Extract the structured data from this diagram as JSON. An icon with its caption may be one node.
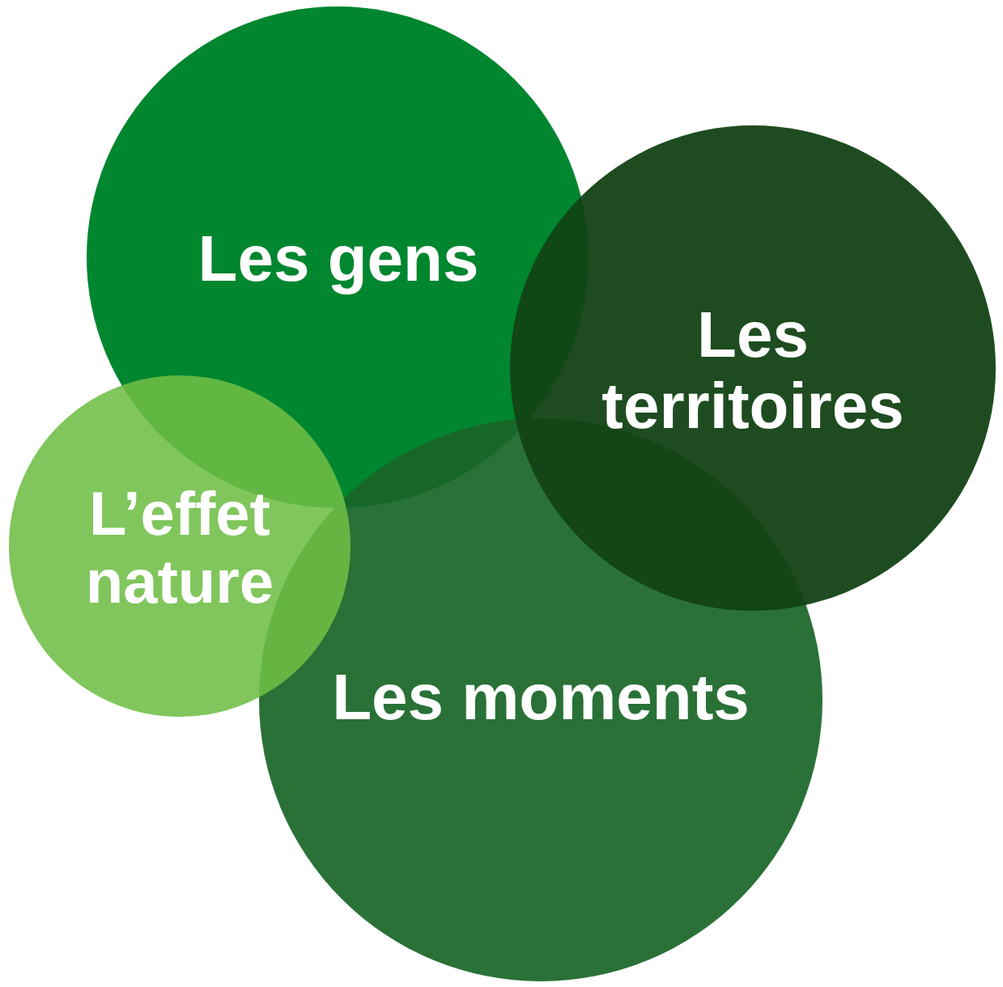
{
  "diagram": {
    "nodes": [
      {
        "text": [
          "Les gens"
        ]
      },
      {
        "text": [
          "Les territoires"
        ]
      },
      {
        "text": [
          "L’effet nature"
        ]
      },
      {
        "text": [
          "Les moments"
        ]
      }
    ]
  }
}
